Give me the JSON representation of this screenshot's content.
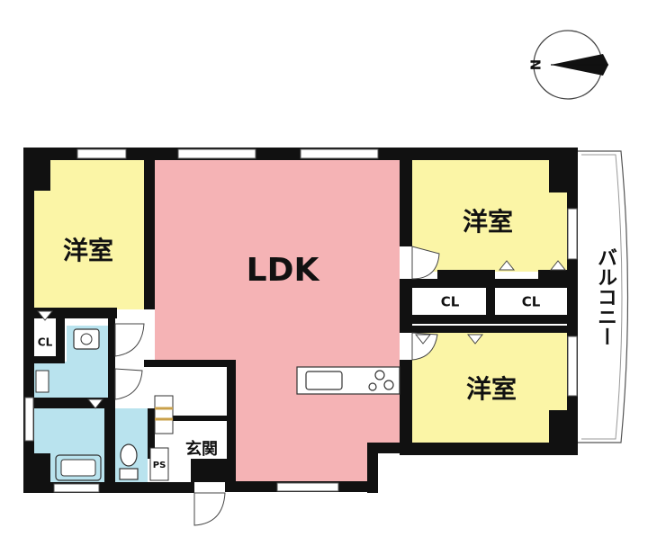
{
  "floorplan": {
    "rooms": {
      "youshitsu_west": "洋室",
      "ldk": "LDK",
      "youshitsu_northeast": "洋室",
      "youshitsu_southeast": "洋室",
      "genkan": "玄関"
    },
    "closets": {
      "cl_center": "CL",
      "cl_east": "CL",
      "cl_west": "CL"
    },
    "ps": "PS",
    "balcony": "バルコニー",
    "compass_label": "N",
    "colors": {
      "ldk": "#f5b3b5",
      "bedroom": "#fbf5a6",
      "wet_area": "#b9e3ee",
      "wall": "#111111",
      "hallway": "#ffffff"
    }
  }
}
